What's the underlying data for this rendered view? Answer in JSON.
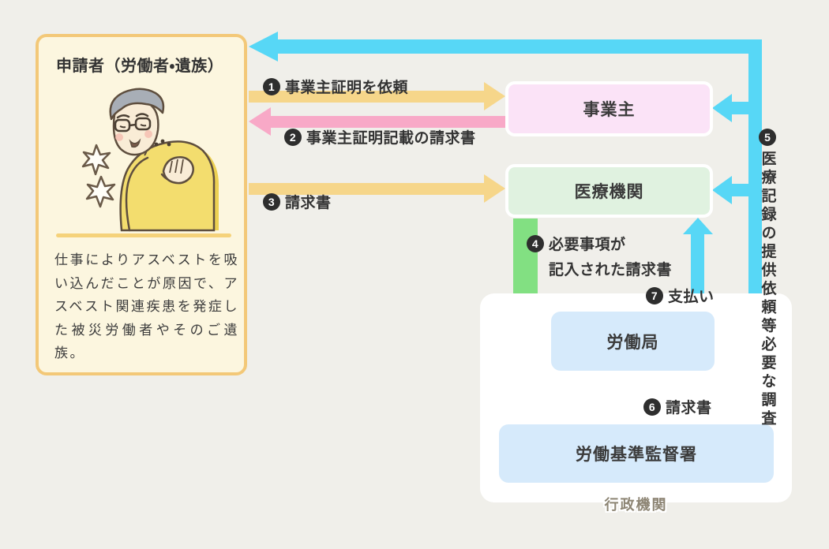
{
  "applicant": {
    "title": "申請者（労働者・遺族）",
    "description": "仕事によりアスベストを吸い込んだことが原因で、アスベスト関連疾患を発症した被災労働者やそのご遺族。"
  },
  "entities": {
    "employer": "事業主",
    "medical_institution": "医療機関",
    "labor_bureau": "労働局",
    "labor_standards_office": "労働基準監督署",
    "admin_agencies_caption": "行政機関"
  },
  "flows": [
    {
      "num": "1",
      "label": "事業主証明を依頼",
      "from": "申請者",
      "to": "事業主",
      "color": "#f6d68a"
    },
    {
      "num": "2",
      "label": "事業主証明記載の請求書",
      "from": "事業主",
      "to": "申請者",
      "color": "#f8a9c7"
    },
    {
      "num": "3",
      "label": "請求書",
      "from": "申請者",
      "to": "医療機関",
      "color": "#f6d68a"
    },
    {
      "num": "4",
      "label_line1": "必要事項が",
      "label_line2": "記入された請求書",
      "from": "医療機関",
      "to": "労働基準監督署",
      "color": "#82e082"
    },
    {
      "num": "5",
      "label": "医療記録の提供依頼等必要な調査",
      "from": "労働基準監督署",
      "to": "申請者・事業主・医療機関",
      "color": "#57d7f6"
    },
    {
      "num": "6",
      "label": "請求書",
      "from": "労働基準監督署",
      "to": "労働局",
      "color": "#57d7f6"
    },
    {
      "num": "7",
      "label": "支払い",
      "from": "労働局",
      "to": "医療機関",
      "color": "#57d7f6"
    }
  ],
  "colors": {
    "background": "#f0efea",
    "applicant_box_fill": "#fcf6df",
    "applicant_box_border": "#f3c878",
    "employer_box_fill": "#fbe3f7",
    "medical_box_fill": "#e0f2e0",
    "government_box_fill": "#d6eafb",
    "admin_container_fill": "#ffffff",
    "cyan_arrow": "#57d7f6",
    "yellow_arrow": "#f6d68a",
    "pink_arrow": "#f8a9c7",
    "green_arrow": "#82e082",
    "badge": "#2e2e2e",
    "text": "#3b3b3b",
    "admin_caption_text": "#8d8574"
  }
}
